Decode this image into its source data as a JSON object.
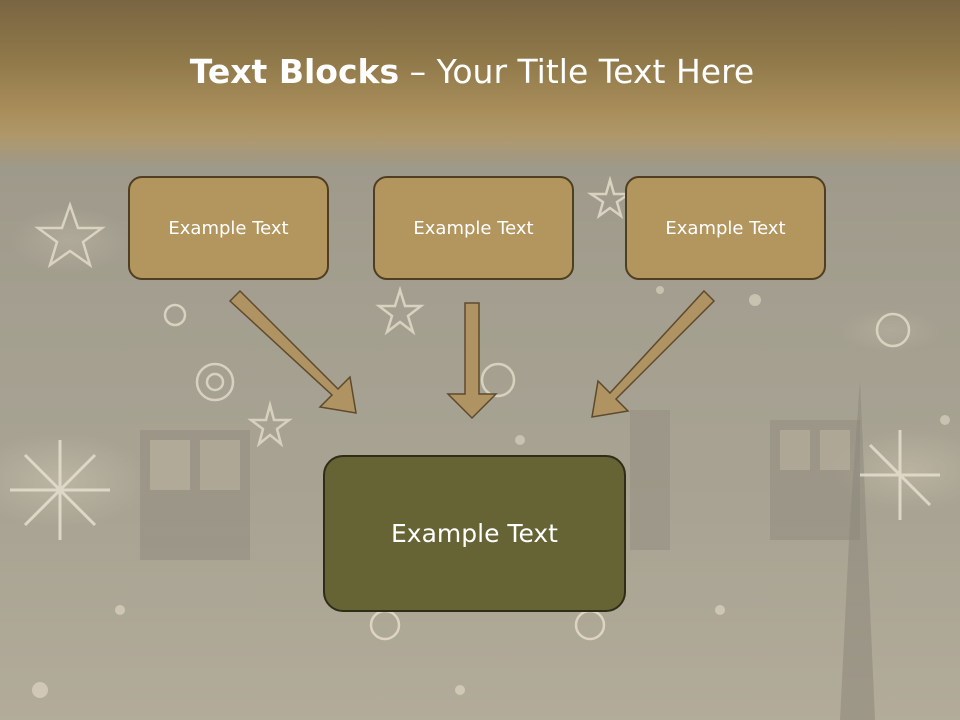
{
  "title": {
    "bold": "Text Blocks",
    "rest": " – Your Title Text Here"
  },
  "boxes": {
    "top": [
      {
        "label": "Example Text"
      },
      {
        "label": "Example Text"
      },
      {
        "label": "Example Text"
      }
    ],
    "bottom": {
      "label": "Example Text"
    }
  },
  "colors": {
    "title_band": "#a88d5a",
    "top_box_fill": "#b3955e",
    "top_box_border": "#4f3e22",
    "bottom_box_fill": "#666334",
    "bottom_box_border": "#2f2c17",
    "arrow_fill": "#b09363",
    "arrow_stroke": "#5e4a2c",
    "text": "#ffffff"
  },
  "background": {
    "description_icon": "illuminated-building-night-photo"
  }
}
